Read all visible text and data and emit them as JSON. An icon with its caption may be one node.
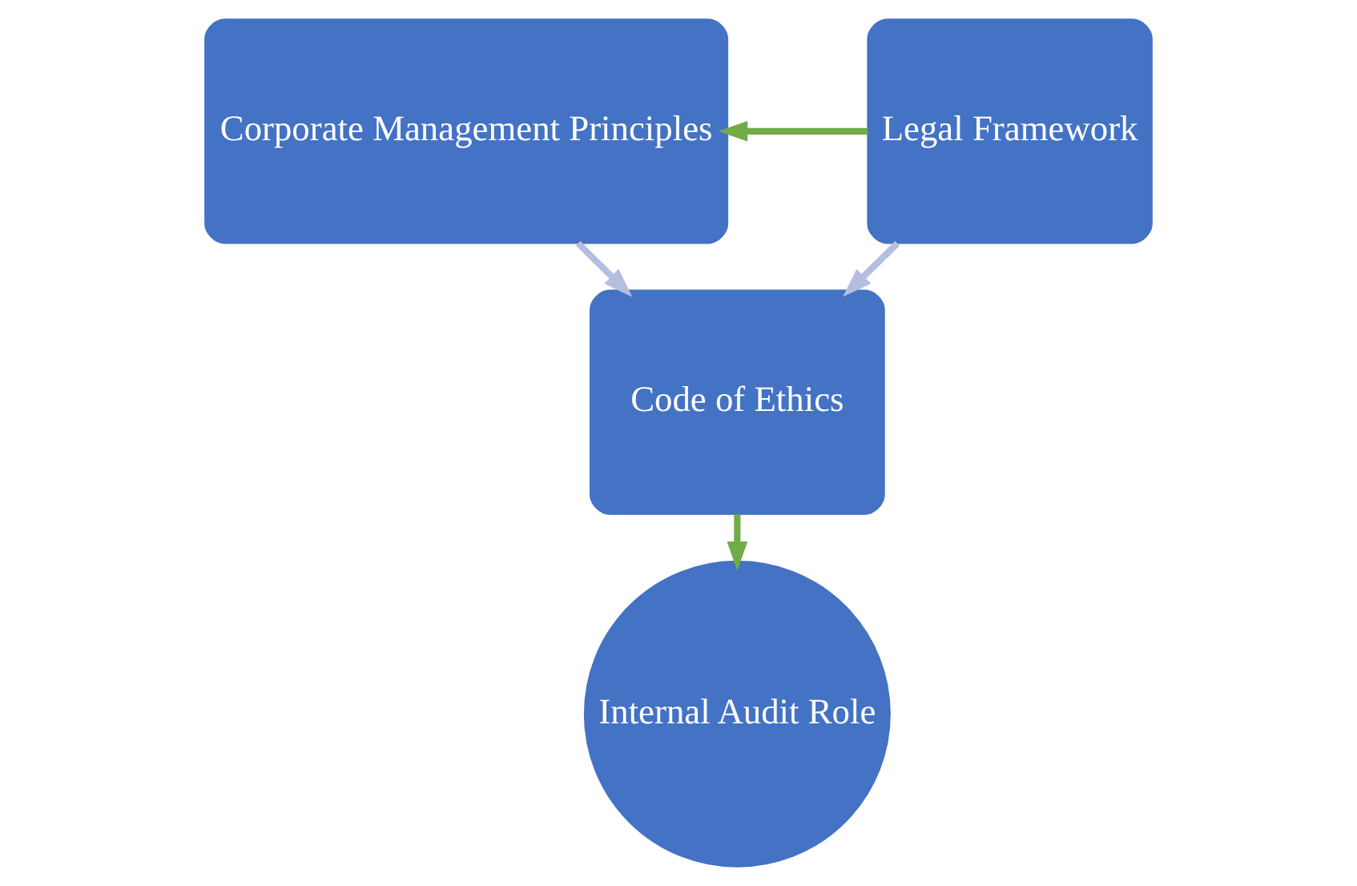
{
  "diagram": {
    "nodes": [
      {
        "text": [
          "Corporate Management Principles"
        ]
      },
      {
        "text": [
          "Legal Framework"
        ]
      },
      {
        "text": [
          "Code of Ethics"
        ]
      },
      {
        "text": [
          "Internal Audit Role"
        ]
      }
    ],
    "edges": [
      {
        "from": 1,
        "to": 0,
        "arrow": "to",
        "color": "#70ad47"
      },
      {
        "from": 0,
        "to": 2,
        "arrow": "to",
        "color": "#b4bfe0"
      },
      {
        "from": 1,
        "to": 2,
        "arrow": "to",
        "color": "#b4bfe0"
      },
      {
        "from": 2,
        "to": 3,
        "arrow": "to",
        "color": "#70ad47"
      }
    ]
  }
}
